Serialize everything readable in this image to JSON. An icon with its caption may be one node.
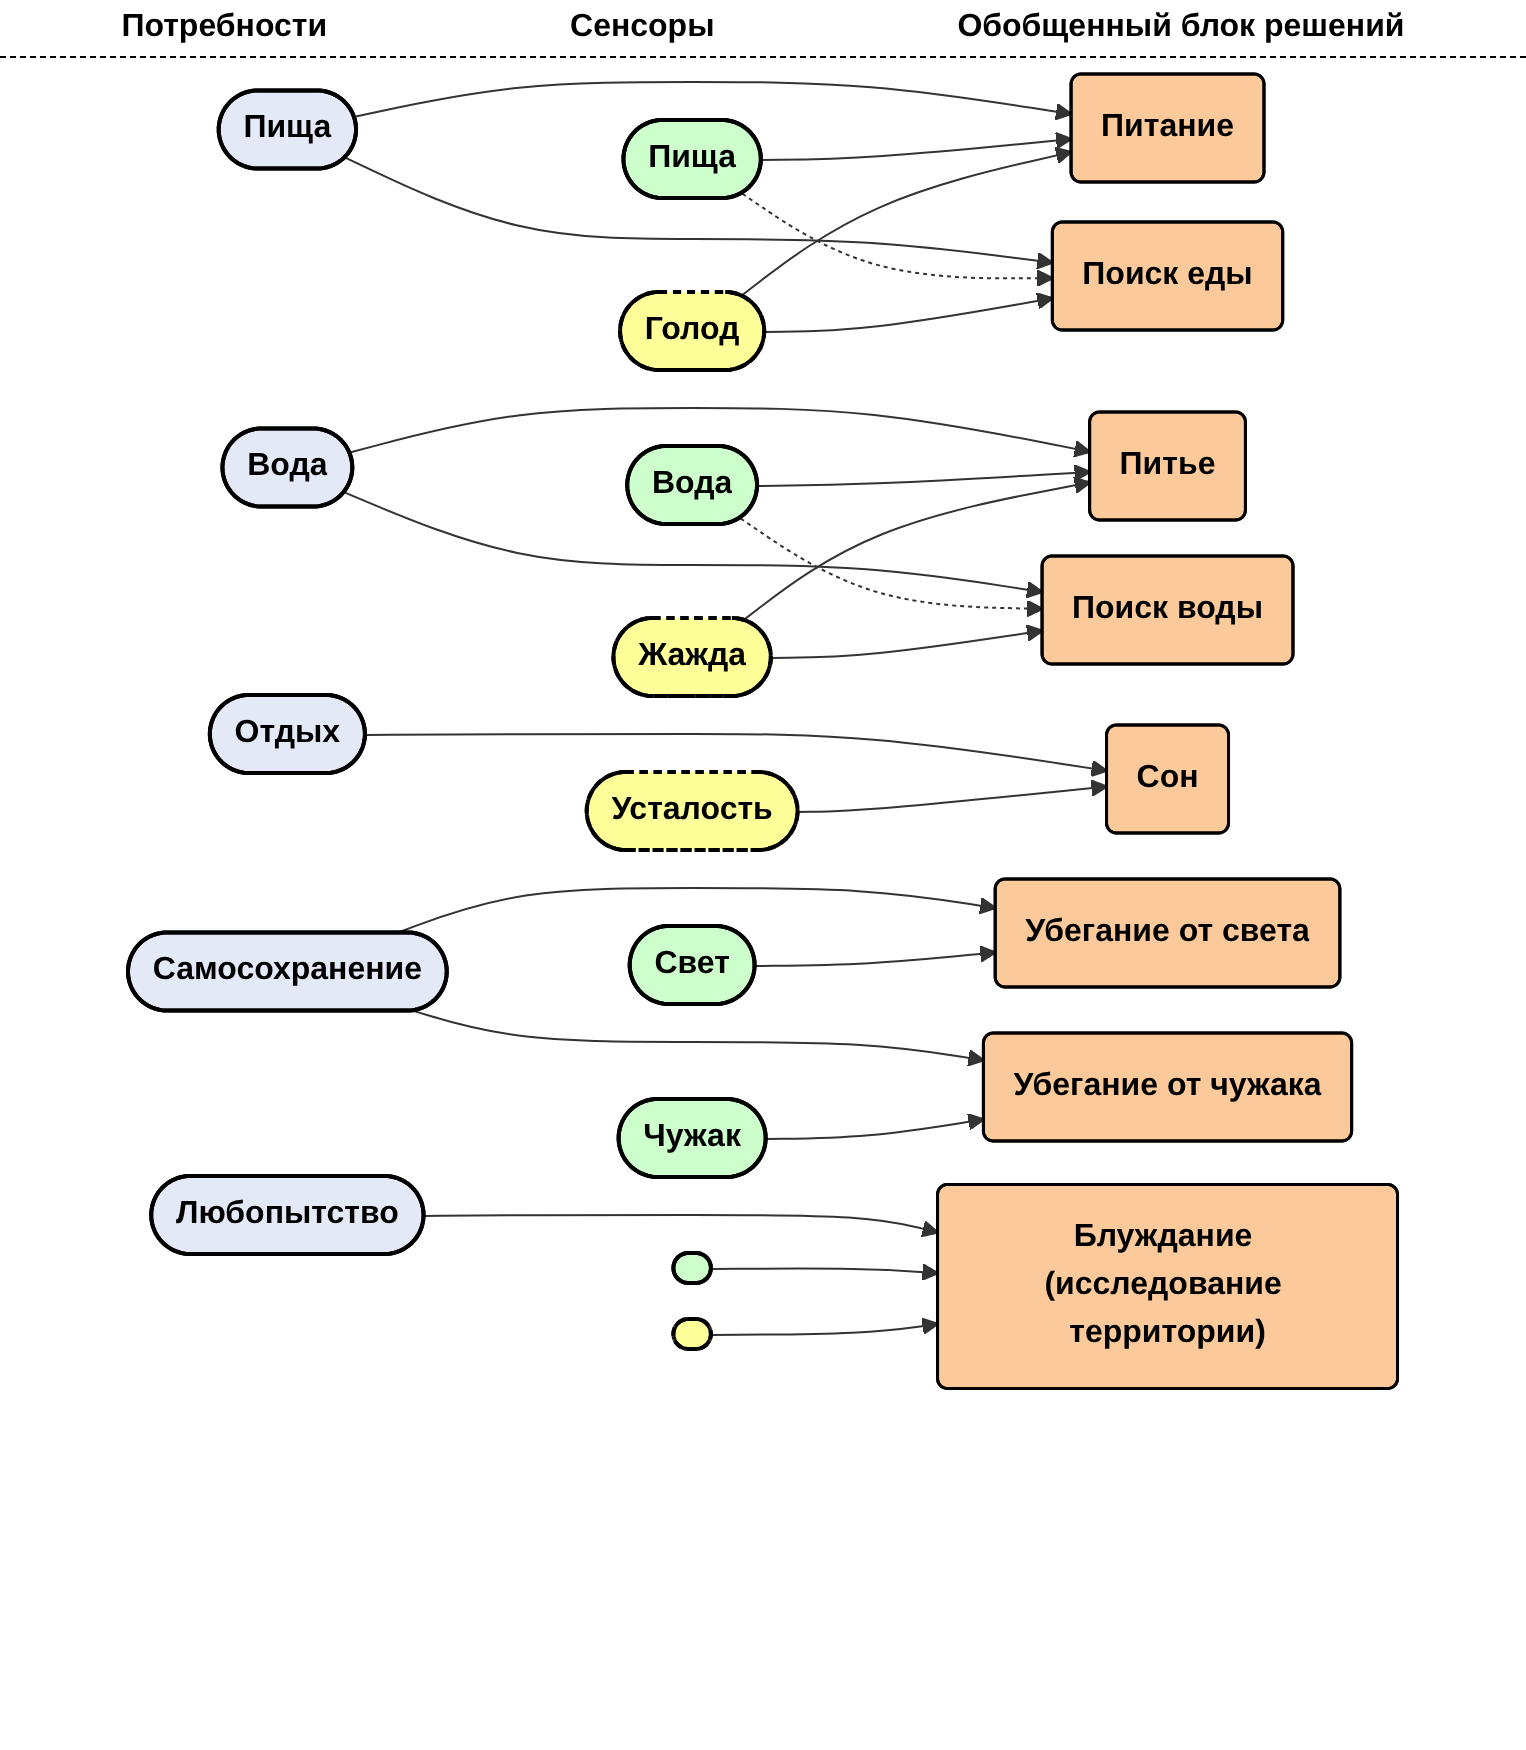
{
  "diagram": {
    "nodes": [
      {
        "text": [
          "Пища"
        ]
      },
      {
        "text": [
          "Вода"
        ]
      },
      {
        "text": [
          "Отдых"
        ]
      },
      {
        "text": [
          "Самосохранение"
        ]
      },
      {
        "text": [
          "Любопытство"
        ]
      },
      {
        "text": [
          "Пища"
        ]
      },
      {
        "text": [
          "Голод"
        ]
      },
      {
        "text": [
          "Вода"
        ]
      },
      {
        "text": [
          "Жажда"
        ]
      },
      {
        "text": [
          "Усталость"
        ]
      },
      {
        "text": [
          "Свет"
        ]
      },
      {
        "text": [
          "Чужак"
        ]
      },
      {
        "text": [],
        "shape": "ellipse"
      },
      {
        "text": [],
        "shape": "ellipse"
      },
      {
        "text": [
          "Питание"
        ]
      },
      {
        "text": [
          "Поиск еды"
        ]
      },
      {
        "text": [
          "Питье"
        ]
      },
      {
        "text": [
          "Поиск воды"
        ]
      },
      {
        "text": [
          "Сон"
        ]
      },
      {
        "text": [
          "Убегание от света"
        ]
      },
      {
        "text": [
          "Убегание от чужака"
        ]
      },
      {
        "text": [
          "Блуждание (исследование территории)"
        ]
      }
    ],
    "edges": [
      {
        "from": 0,
        "to": 14,
        "arrow": "to"
      },
      {
        "from": 0,
        "to": 15,
        "arrow": "to"
      },
      {
        "from": 5,
        "to": 14,
        "arrow": "to"
      },
      {
        "from": 5,
        "to": 15,
        "arrow": "to",
        "style": "dashed"
      },
      {
        "from": 6,
        "to": 14,
        "arrow": "to"
      },
      {
        "from": 6,
        "to": 15,
        "arrow": "to"
      },
      {
        "from": 1,
        "to": 16,
        "arrow": "to"
      },
      {
        "from": 1,
        "to": 17,
        "arrow": "to"
      },
      {
        "from": 7,
        "to": 16,
        "arrow": "to"
      },
      {
        "from": 7,
        "to": 17,
        "arrow": "to",
        "style": "dashed"
      },
      {
        "from": 8,
        "to": 16,
        "arrow": "to"
      },
      {
        "from": 8,
        "to": 17,
        "arrow": "to"
      },
      {
        "from": 2,
        "to": 18,
        "arrow": "to"
      },
      {
        "from": 9,
        "to": 18,
        "arrow": "to"
      },
      {
        "from": 3,
        "to": 19,
        "arrow": "to"
      },
      {
        "from": 3,
        "to": 20,
        "arrow": "to"
      },
      {
        "from": 10,
        "to": 19,
        "arrow": "to"
      },
      {
        "from": 11,
        "to": 20,
        "arrow": "to"
      },
      {
        "from": 4,
        "to": 21,
        "arrow": "to"
      },
      {
        "from": 12,
        "to": 21,
        "arrow": "to"
      },
      {
        "from": 13,
        "to": 21,
        "arrow": "to"
      }
    ],
    "labels": [
      "Потребности",
      "Сенсоры",
      "Обобщенный блок решений"
    ]
  }
}
